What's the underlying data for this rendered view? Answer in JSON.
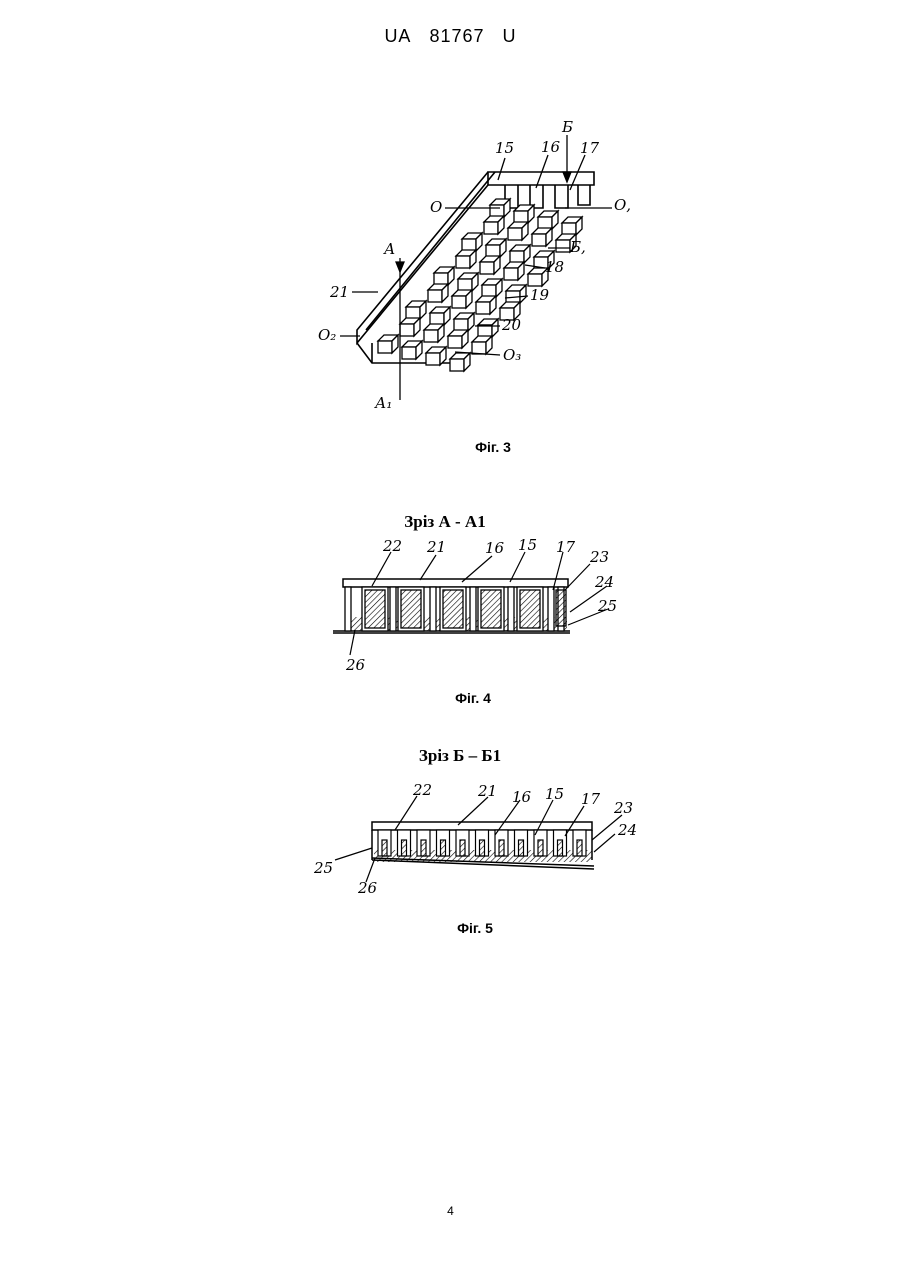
{
  "header": {
    "country": "UA",
    "number": "81767",
    "kind": "U"
  },
  "figure3": {
    "caption": "Фіг. 3",
    "labels": {
      "l15": "15",
      "l16": "16",
      "l17": "17",
      "lB": "Б",
      "lO": "О",
      "lO1": "О,",
      "lA": "А",
      "lB1": "Б,",
      "l18": "18",
      "l21": "21",
      "l19": "19",
      "l20": "20",
      "lO2": "О₂",
      "lO3": "О₃",
      "lA1": "А₁"
    }
  },
  "figure4": {
    "title": "Зріз А - А1",
    "caption": "Фіг. 4",
    "labels": {
      "l22": "22",
      "l21": "21",
      "l16": "16",
      "l15": "15",
      "l17": "17",
      "l23": "23",
      "l24": "24",
      "l25": "25",
      "l26": "26"
    }
  },
  "figure5": {
    "title": "Зріз Б – Б1",
    "caption": "Фіг. 5",
    "labels": {
      "l22": "22",
      "l21": "21",
      "l16": "16",
      "l15": "15",
      "l17": "17",
      "l23": "23",
      "l24": "24",
      "l25": "25",
      "l26": "26"
    }
  },
  "page_number": "4"
}
